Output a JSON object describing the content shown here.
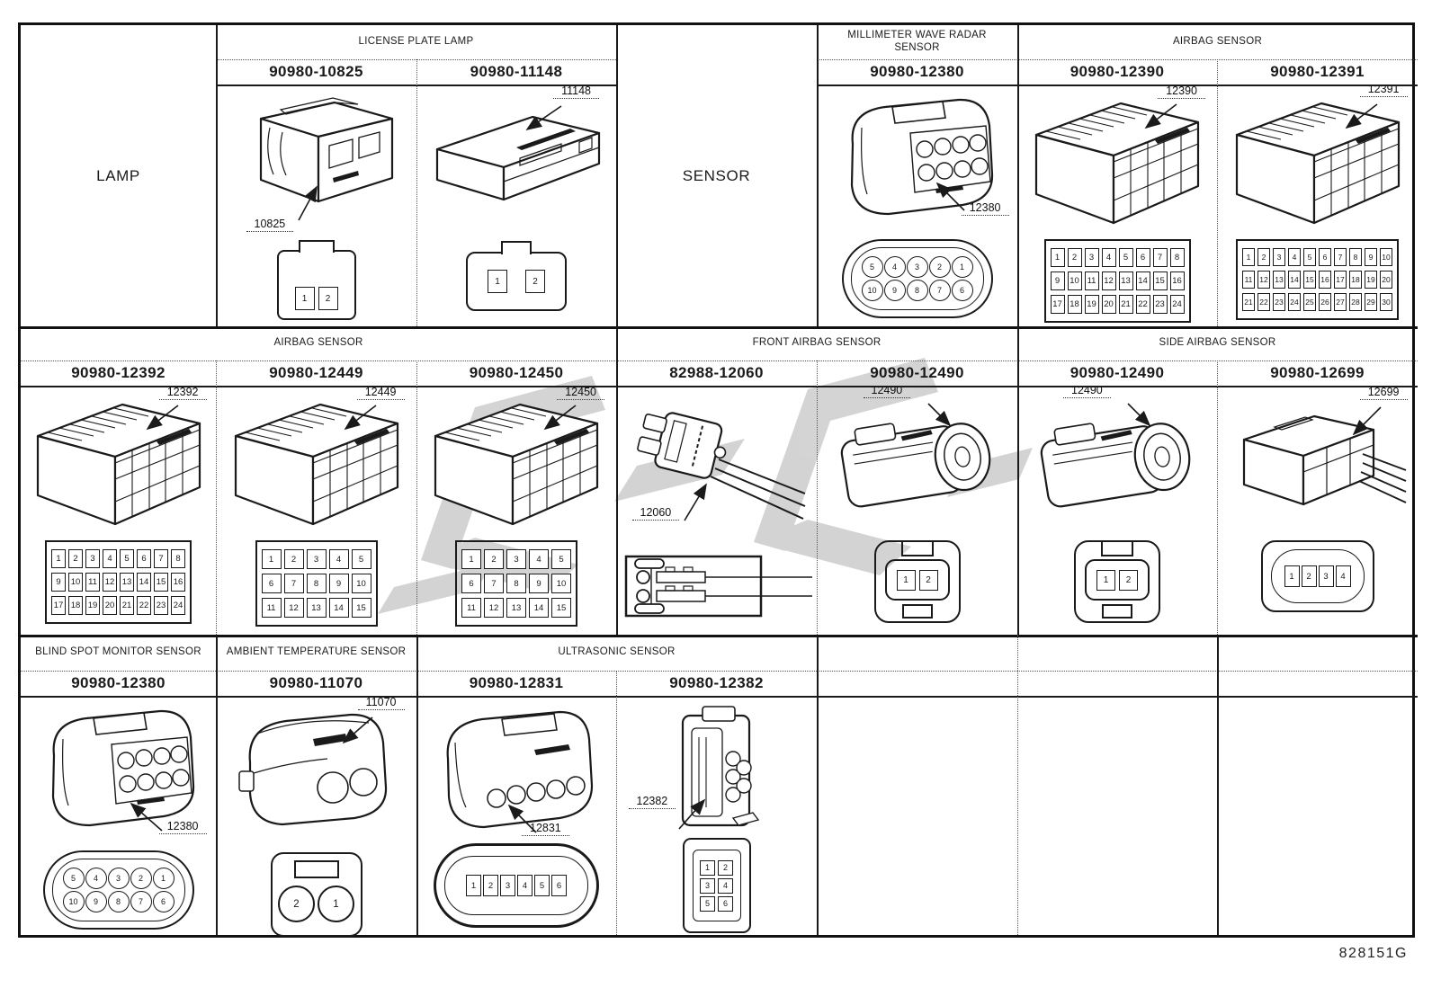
{
  "page": {
    "footer_code": "828151G",
    "watermark_color": "#c9c9c9",
    "line_color": "#1a1a1a"
  },
  "row1": {
    "lamp_label": "LAMP",
    "sensor_label": "SENSOR",
    "license_plate_lamp": {
      "title": "LICENSE PLATE LAMP",
      "parts": [
        {
          "pn": "90980-10825",
          "callout": "10825",
          "pins": [
            "1",
            "2"
          ]
        },
        {
          "pn": "90980-11148",
          "callout": "11148",
          "pins": [
            "1",
            "2"
          ]
        }
      ]
    },
    "mmw_radar": {
      "title": "MILLIMETER WAVE RADAR SENSOR",
      "part": {
        "pn": "90980-12380",
        "callout": "12380",
        "pins_top": [
          "5",
          "4",
          "3",
          "2",
          "1"
        ],
        "pins_bottom": [
          "10",
          "9",
          "8",
          "7",
          "6"
        ]
      }
    },
    "airbag": {
      "title": "AIRBAG SENSOR",
      "parts": [
        {
          "pn": "90980-12390",
          "callout": "12390",
          "rows": [
            [
              "1",
              "2",
              "3",
              "4",
              "5",
              "6",
              "7",
              "8"
            ],
            [
              "9",
              "10",
              "11",
              "12",
              "13",
              "14",
              "15",
              "16"
            ],
            [
              "17",
              "18",
              "19",
              "20",
              "21",
              "22",
              "23",
              "24"
            ]
          ]
        },
        {
          "pn": "90980-12391",
          "callout": "12391",
          "rows": [
            [
              "1",
              "2",
              "3",
              "4",
              "5",
              "6",
              "7",
              "8",
              "9",
              "10"
            ],
            [
              "11",
              "12",
              "13",
              "14",
              "15",
              "16",
              "17",
              "18",
              "19",
              "20"
            ],
            [
              "21",
              "22",
              "23",
              "24",
              "25",
              "26",
              "27",
              "28",
              "29",
              "30"
            ]
          ]
        }
      ]
    }
  },
  "row2": {
    "airbag": {
      "title": "AIRBAG SENSOR",
      "parts": [
        {
          "pn": "90980-12392",
          "callout": "12392",
          "rows": [
            [
              "1",
              "2",
              "3",
              "4",
              "5",
              "6",
              "7",
              "8"
            ],
            [
              "9",
              "10",
              "11",
              "12",
              "13",
              "14",
              "15",
              "16"
            ],
            [
              "17",
              "18",
              "19",
              "20",
              "21",
              "22",
              "23",
              "24"
            ]
          ]
        },
        {
          "pn": "90980-12449",
          "callout": "12449",
          "rows": [
            [
              "1",
              "2",
              "3",
              "4",
              "5"
            ],
            [
              "6",
              "7",
              "8",
              "9",
              "10"
            ],
            [
              "11",
              "12",
              "13",
              "14",
              "15"
            ]
          ]
        },
        {
          "pn": "90980-12450",
          "callout": "12450",
          "rows": [
            [
              "1",
              "2",
              "3",
              "4",
              "5"
            ],
            [
              "6",
              "7",
              "8",
              "9",
              "10"
            ],
            [
              "11",
              "12",
              "13",
              "14",
              "15"
            ]
          ]
        }
      ]
    },
    "front_airbag": {
      "title": "FRONT AIRBAG SENSOR",
      "parts": [
        {
          "pn": "82988-12060",
          "callout": "12060"
        },
        {
          "pn": "90980-12490",
          "callout": "12490",
          "pins": [
            "1",
            "2"
          ]
        }
      ]
    },
    "side_airbag": {
      "title": "SIDE AIRBAG SENSOR",
      "parts": [
        {
          "pn": "90980-12490",
          "callout": "12490",
          "pins": [
            "1",
            "2"
          ]
        },
        {
          "pn": "90980-12699",
          "callout": "12699",
          "pins": [
            "1",
            "2",
            "3",
            "4"
          ]
        }
      ]
    }
  },
  "row3": {
    "blind_spot": {
      "title": "BLIND SPOT MONITOR SENSOR",
      "part": {
        "pn": "90980-12380",
        "callout": "12380",
        "pins_top": [
          "5",
          "4",
          "3",
          "2",
          "1"
        ],
        "pins_bottom": [
          "10",
          "9",
          "8",
          "7",
          "6"
        ]
      }
    },
    "ambient_temp": {
      "title": "AMBIENT TEMPERATURE SENSOR",
      "part": {
        "pn": "90980-11070",
        "callout": "11070",
        "pins": [
          "2",
          "1"
        ]
      }
    },
    "ultrasonic": {
      "title": "ULTRASONIC SENSOR",
      "parts": [
        {
          "pn": "90980-12831",
          "callout": "12831",
          "pins": [
            "1",
            "2",
            "3",
            "4",
            "5",
            "6"
          ]
        },
        {
          "pn": "90980-12382",
          "callout": "12382",
          "rows": [
            [
              "1",
              "2"
            ],
            [
              "3",
              "4"
            ],
            [
              "5",
              "6"
            ]
          ]
        }
      ]
    }
  }
}
